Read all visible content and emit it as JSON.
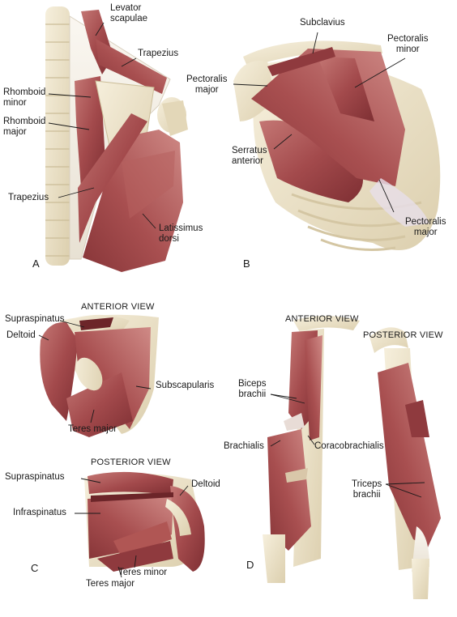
{
  "colors": {
    "muscle": "#a34a4c",
    "muscle_dark": "#7e2f33",
    "muscle_light": "#c97c7a",
    "bone": "#efe6cf",
    "bone_shade": "#d9ccab",
    "tendon": "#f4efe6",
    "leader": "#1a1a1a"
  },
  "panels": {
    "A": {
      "letter": "A",
      "labels": {
        "levator": "Levator\nscapulae",
        "trapezius_top": "Trapezius",
        "rhomboid_minor": "Rhomboid\nminor",
        "rhomboid_major": "Rhomboid\nmajor",
        "trapezius_bottom": "Trapezius",
        "latissimus": "Latissimus\ndorsi"
      }
    },
    "B": {
      "letter": "B",
      "labels": {
        "subclavius": "Subclavius",
        "pectoralis_minor": "Pectoralis\nminor",
        "pectoralis_major_top": "Pectoralis\nmajor",
        "serratus": "Serratus\nanterior",
        "pectoralis_major_bottom": "Pectoralis\nmajor"
      }
    },
    "C": {
      "letter": "C",
      "anterior_title": "ANTERIOR VIEW",
      "posterior_title": "POSTERIOR VIEW",
      "labels": {
        "supraspinatus_top": "Supraspinatus",
        "deltoid_top": "Deltoid",
        "subscapularis": "Subscapularis",
        "teres_major_top": "Teres major",
        "supraspinatus_bottom": "Supraspinatus",
        "deltoid_bottom": "Deltoid",
        "infraspinatus": "Infraspinatus",
        "teres_minor": "Teres minor",
        "teres_major_bottom": "Teres major"
      }
    },
    "D": {
      "letter": "D",
      "anterior_title": "ANTERIOR VIEW",
      "posterior_title": "POSTERIOR VIEW",
      "labels": {
        "biceps": "Biceps\nbrachii",
        "brachialis": "Brachialis",
        "coracobrachialis": "Coracobrachialis",
        "triceps": "Triceps\nbrachii"
      }
    }
  }
}
